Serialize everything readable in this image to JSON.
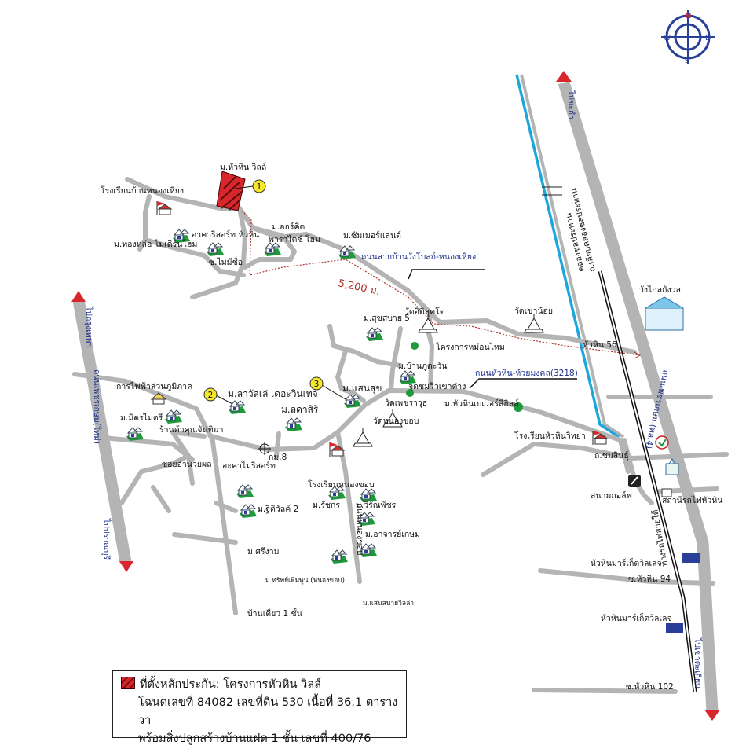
{
  "title": "ที่ตั้งหลักประกัน: โครงการหัวหิน วิลล์",
  "legend": {
    "line1": "ที่ตั้งหลักประกัน: โครงการหัวหิน วิลล์",
    "line2": "โฉนดเลขที่ 84082 เลขที่ดิน 530 เนื้อที่ 36.1 ตารางวา",
    "line3": "พร้อมสิ่งปลูกสร้างบ้านแฝด 1 ชั้น เลขที่ 400/76"
  },
  "compass": {
    "n": "N",
    "s": "S",
    "e": "E",
    "w": "W"
  },
  "markers": [
    "1",
    "2",
    "3"
  ],
  "distance": "5,200 ม.",
  "roads": {
    "nong_hiang": "ถนนสายบ้านวังโบสถ์-หนองเหียง",
    "r3218": "ถนนหัวหิน-ห้วยมงคล(3218)",
    "to_chaam": "ไปชะอำ",
    "phetkasem": "ถนนเพชรเกษม (ทล.4)",
    "canal": "คลองชลประทาน",
    "canal_road": "ถ.เลียบคลองชลประทาน",
    "railway": "ทางรถไฟสายใต้",
    "to_khao_takiap": "ไปเขาตะเกียบ",
    "to_bangkok": "ไปกรุงเทพฯ",
    "new_phetkasem": "ถนนเพชรเกษม(ใหม่)",
    "to_pranburi": "ไปปราณบุรี",
    "nong_khop": "ถนนหนองขอบ",
    "soi_56": "หัวหิน 56",
    "soi_94": "ซ.หัวหิน 94",
    "soi_102": "ซ.หัวหิน 102",
    "chom_sin": "ถ.ชมสินธุ์",
    "amnuay_phon": "ซอยอำนวยผล",
    "unnamed": "ซ.ไม่มีชื่อ",
    "km8": "กม.8"
  },
  "places": {
    "subject": "ม.หัวหิน วิลล์",
    "school_nong_hiang": "โรงเรียนบ้านหนองเหียง",
    "thonglor": "ม.ทองหล่อ โมเดิร์นโฮม",
    "akari": "อาคาริสอร์ท หัวหิน",
    "orchid1": "ม.ออร์คิด",
    "orchid2": "พาราไดซ์ โฮม",
    "summerland": "ม.ซัมเมอร์แลนด์",
    "suksabai": "ม.สุขสบาย 5",
    "wat_itti": "วัดอิติสุคโต",
    "wat_khao_noi": "วัดเขาน้อย",
    "mulberry": "โครงการหม่อนไหม",
    "phutawan": "ม.บ้านภูตะวัน",
    "klai_kangwon": "วังไกลกังวล",
    "pea": "การไฟฟ้าส่วนภูมิภาค",
    "lavallee": "ม.ลาวัลเล่ เดอะวินเทจ",
    "saensuk": "ม.แสนสุข",
    "mitmaitri": "ม.มิตรไมตรี",
    "ladasiri": "ม.ลดาสิริ",
    "shop": "ร้านค้าคุณจันทิมา",
    "viewpoint": "จุดชมวิวเขาต่าง",
    "wat_phetcharawut": "วัดเพชราวุธ",
    "wat_nong_khop": "วัดหนองขอบ",
    "beverly": "ม.หัวหินเบเวอร์ลี่ฮิลล์",
    "school_huahin": "โรงเรียนหัวหินวิทยา",
    "akamai": "อะคาไมริสอร์ท",
    "school_nong_khop": "โรงเรียนหนองขอบ",
    "thitiwan": "ม.ฐิติวัลค์ 2",
    "sringam": "ม.ศรีงาม",
    "ratchakorn": "ม.รัชกร",
    "wiranphat": "ม.วิรัณพัชร",
    "ajarn_kasem": "ม.อาจารย์เกษม",
    "sappoemphun": "ม.ทรัพย์เพิ่มพูน (หนองขอบ)",
    "saensabai": "ม.แสนสบายวิลล่า",
    "single_house": "บ้านเดี่ยว 1 ชั้น",
    "golf": "สนามกอล์ฟ",
    "station": "สถานีรถไฟหัวหิน",
    "market1": "หัวหินมาร์เก็ตวิลเลจ",
    "market2": "หัวหินมาร์เก็ตวิลเลจ"
  },
  "colors": {
    "road": "#b4b4b4",
    "canal": "#1ba6dc",
    "subject": "#d8262c",
    "route": "#b0302a",
    "marker": "#f5e829",
    "label_blue": "#1a2f8a"
  }
}
